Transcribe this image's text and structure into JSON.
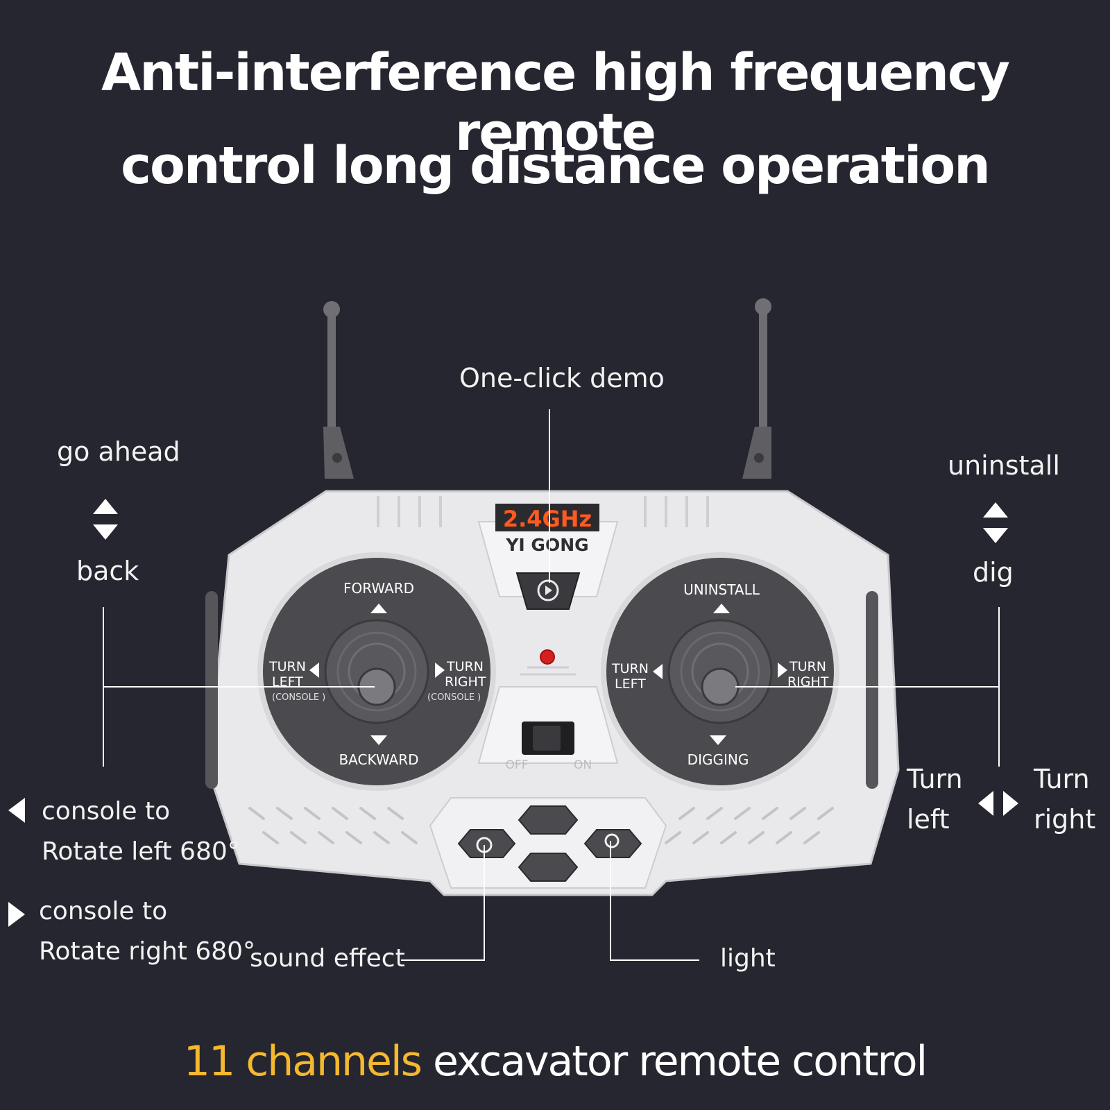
{
  "headline": {
    "line1": "Anti-interference high frequency remote",
    "line2": "control long distance operation"
  },
  "callouts": {
    "demo": "One-click demo",
    "go_ahead": "go ahead",
    "back": "back",
    "uninstall": "uninstall",
    "dig": "dig",
    "turn_left_1": "Turn",
    "turn_left_2": "left",
    "turn_right_1": "Turn",
    "turn_right_2": "right",
    "console_left_1": "console to",
    "console_left_2": "Rotate left 680°",
    "console_right_1": "console to",
    "console_right_2": "Rotate right 680°",
    "sound": "sound effect",
    "light": "light"
  },
  "remote": {
    "freq": "2.4GHz",
    "brand": "YI GONG",
    "left_stick": {
      "up": "FORWARD",
      "down": "BACKWARD",
      "left_1": "TURN",
      "left_2": "LEFT",
      "left_3": "(CONSOLE )",
      "right_1": "TURN",
      "right_2": "RIGHT",
      "right_3": "(CONSOLE )"
    },
    "right_stick": {
      "up": "UNINSTALL",
      "down": "DIGGING",
      "left_1": "TURN",
      "left_2": "LEFT",
      "right_1": "TURN",
      "right_2": "RIGHT"
    },
    "switch_off": "OFF",
    "switch_on": "ON"
  },
  "footer": {
    "highlight": "11 channels",
    "rest": " excavator remote control",
    "highlight_color": "#f5b82e"
  }
}
